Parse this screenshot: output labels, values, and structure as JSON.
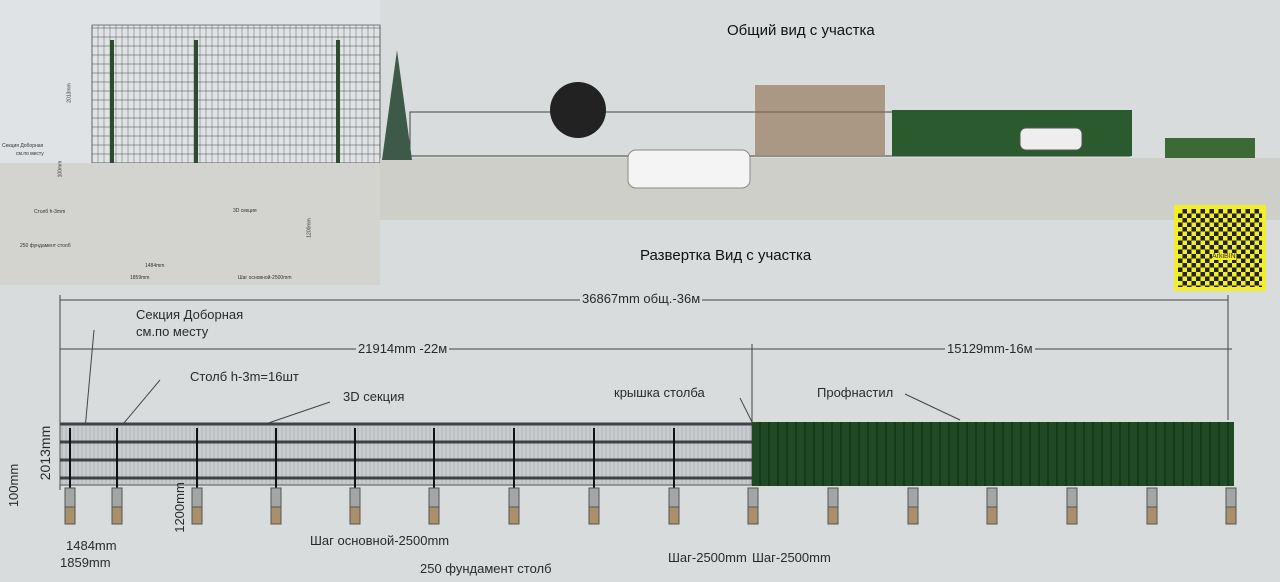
{
  "colors": {
    "green": "#1f4a24",
    "mesh": "#555b5e",
    "yellow": "#f2ee2a"
  },
  "scene": {
    "title": "Общий вид с участка"
  },
  "section_title": "Развертка Вид с участка",
  "inset": {
    "height": "2013mm",
    "section_extra": "Секция Доборная",
    "section_extra2": "см.по месту",
    "bottom": "100mm",
    "post": "Столб h-3mm",
    "foundation": "250 фундамент столб",
    "d1": "1484mm",
    "d2": "1859mm",
    "step": "Шаг основной-2500mm",
    "section3d": "3D секция",
    "depth": "1200mm"
  },
  "qr": {
    "label": "ArkiBIN"
  },
  "plan": {
    "total": "36867mm общ.-36м",
    "left_len": "21914mm -22м",
    "right_len": "15129mm-16м",
    "section_extra": "Секция Доборная",
    "section_extra2": "см.по месту",
    "post": "Столб h-3m=16шт",
    "section3d": "3D секция",
    "cap": "крышка столба",
    "profnastil": "Профнастил",
    "height": "2013mm",
    "bottom": "100mm",
    "depth": "1200mm",
    "d1": "1484mm",
    "d2": "1859mm",
    "step": "Шаг основной-2500mm",
    "foundation": "250 фундамент столб",
    "step_l": "Шаг-2500mm",
    "step_r": "Шаг-2500mm"
  }
}
